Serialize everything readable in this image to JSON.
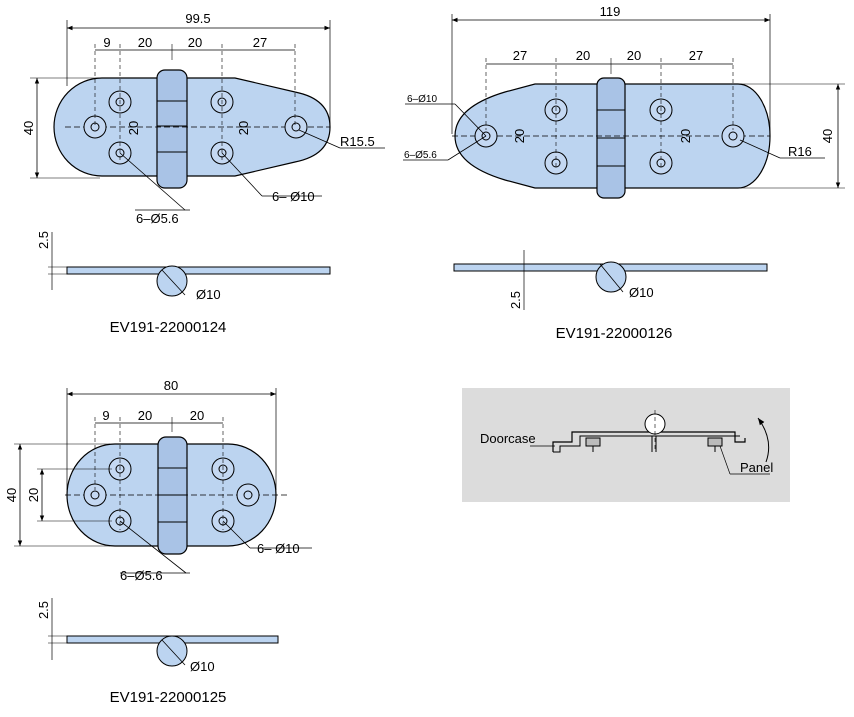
{
  "colors": {
    "plate": "#bcd4f0",
    "hinge": "#a9c3e6",
    "line": "#000000",
    "inset_bg": "#dcdcdc"
  },
  "hinge_124": {
    "overall_width": "99.5",
    "spacing_1": "9",
    "spacing_2": "20",
    "spacing_3": "20",
    "spacing_4": "27",
    "height": "40",
    "hole_pitch_left": "20",
    "hole_pitch_right": "20",
    "radius": "R15.5",
    "small_holes": "6–Ø5.6",
    "large_holes": "6– Ø10",
    "thickness": "2.5",
    "pin_dia": "Ø10",
    "code": "EV191-22000124"
  },
  "hinge_126": {
    "overall_width": "119",
    "spacing_1": "27",
    "spacing_2": "20",
    "spacing_3": "20",
    "spacing_4": "27",
    "height": "40",
    "hole_pitch_left": "20",
    "hole_pitch_right": "20",
    "radius": "R16",
    "large_holes": "6–Ø10",
    "small_holes": "6–Ø5.6",
    "thickness": "2.5",
    "pin_dia": "Ø10",
    "code": "EV191-22000126"
  },
  "hinge_125": {
    "overall_width": "80",
    "spacing_1": "9",
    "spacing_2": "20",
    "spacing_3": "20",
    "height": "40",
    "hole_pitch": "20",
    "large_holes": "6– Ø10",
    "small_holes": "6–Ø5.6",
    "thickness": "2.5",
    "pin_dia": "Ø10",
    "code": "EV191-22000125"
  },
  "inset": {
    "doorcase_label": "Doorcase",
    "panel_label": "Panel"
  }
}
